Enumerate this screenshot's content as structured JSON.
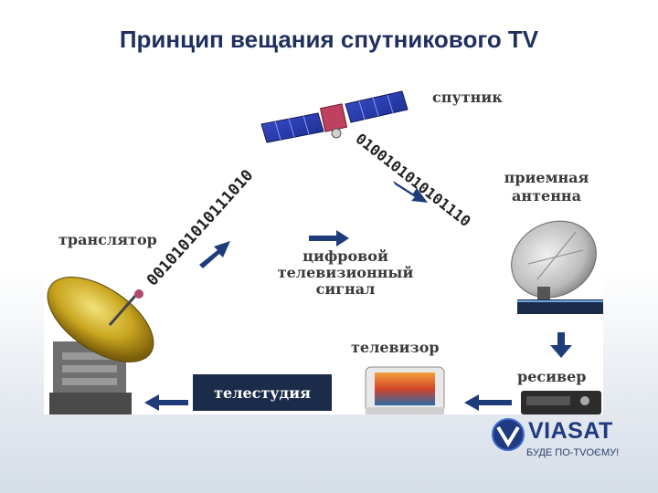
{
  "title": "Принцип вещания спутникового TV",
  "labels": {
    "satellite": "спутник",
    "receiving_antenna_line1": "приемная",
    "receiving_antenna_line2": "антенна",
    "transmitter": "транслятор",
    "signal_line1": "цифровой",
    "signal_line2": "телевизионный",
    "signal_line3": "сигнал",
    "tv": "телевизор",
    "receiver": "ресивер",
    "studio": "телестудия"
  },
  "binary_up": "0010101010111010",
  "binary_down": "0100101010101110",
  "logo": {
    "name": "VIASAT",
    "tagline": "БУДЕ ПО-TVОЄМУ!"
  }
}
